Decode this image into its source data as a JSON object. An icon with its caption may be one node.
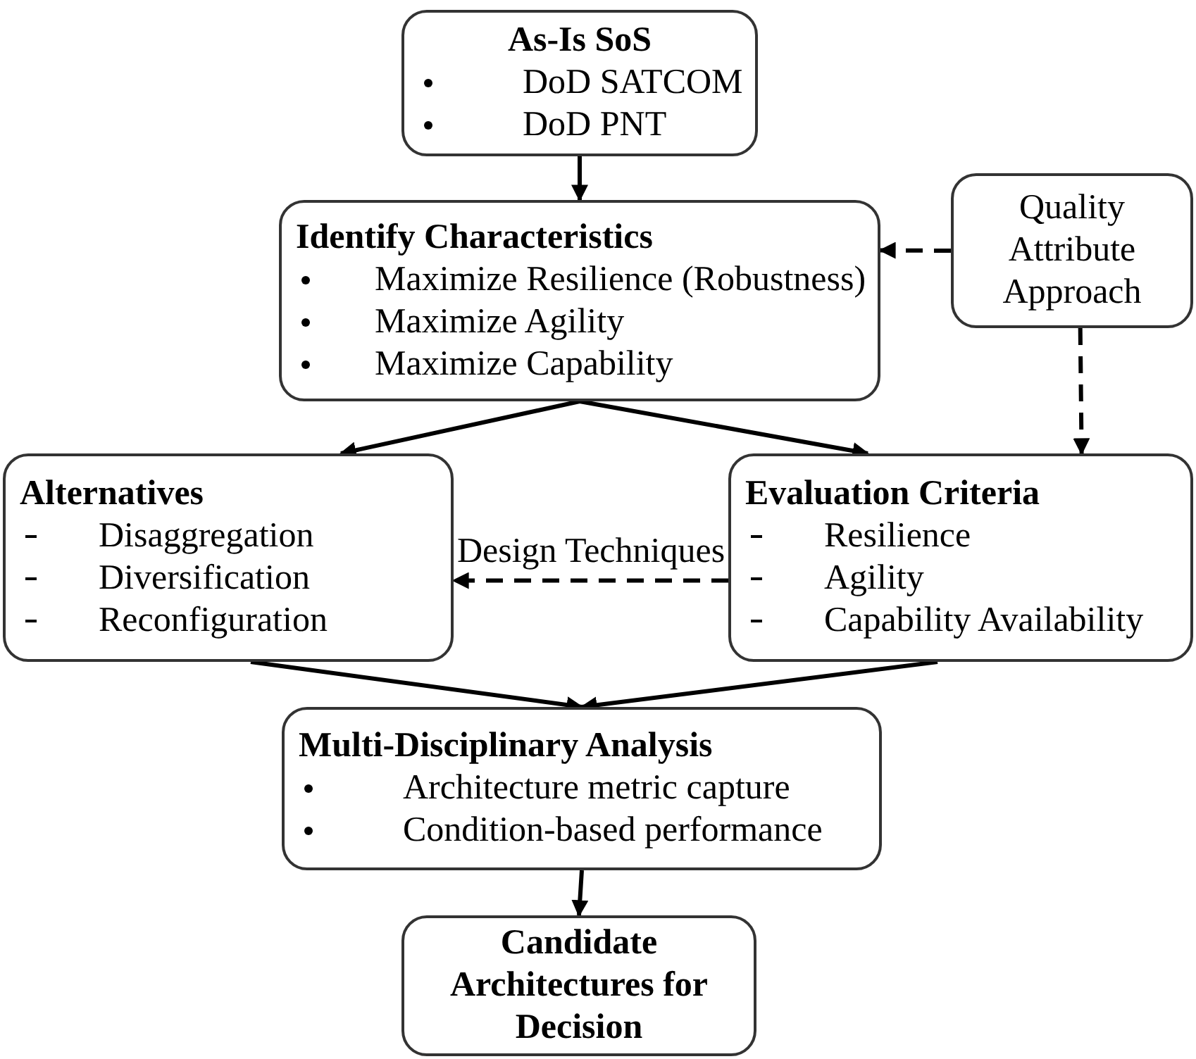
{
  "diagram": {
    "nodes": [
      {
        "text": [
          "As-Is SoS",
          "DoD SATCOM",
          "DoD PNT"
        ]
      },
      {
        "text": [
          "Identify Characteristics",
          "Maximize Resilience (Robustness)",
          "Maximize Agility",
          "Maximize Capability"
        ]
      },
      {
        "text": [
          "Quality Attribute Approach"
        ]
      },
      {
        "text": [
          "Alternatives",
          "Disaggregation",
          "Diversification",
          "Reconfiguration"
        ]
      },
      {
        "text": [
          "Evaluation Criteria",
          "Resilience",
          "Agility",
          "Capability Availability"
        ]
      },
      {
        "text": [
          "Multi-Disciplinary Analysis",
          "Architecture metric capture",
          "Condition-based performance"
        ]
      },
      {
        "text": [
          "Candidate Architectures for Decision"
        ]
      }
    ],
    "edges": [
      {
        "from": 0,
        "to": 1,
        "arrow": "to"
      },
      {
        "from": 1,
        "to": 3,
        "arrow": "to"
      },
      {
        "from": 1,
        "to": 4,
        "arrow": "to"
      },
      {
        "from": 2,
        "to": 1,
        "arrow": "to",
        "style": "dashed"
      },
      {
        "from": 2,
        "to": 4,
        "arrow": "to",
        "style": "dashed"
      },
      {
        "from": 4,
        "to": 3,
        "arrow": "to",
        "style": "dashed",
        "label": "Design Techniques"
      },
      {
        "from": 3,
        "to": 5,
        "arrow": "to"
      },
      {
        "from": 4,
        "to": 5,
        "arrow": "to"
      },
      {
        "from": 5,
        "to": 6,
        "arrow": "to"
      }
    ]
  }
}
